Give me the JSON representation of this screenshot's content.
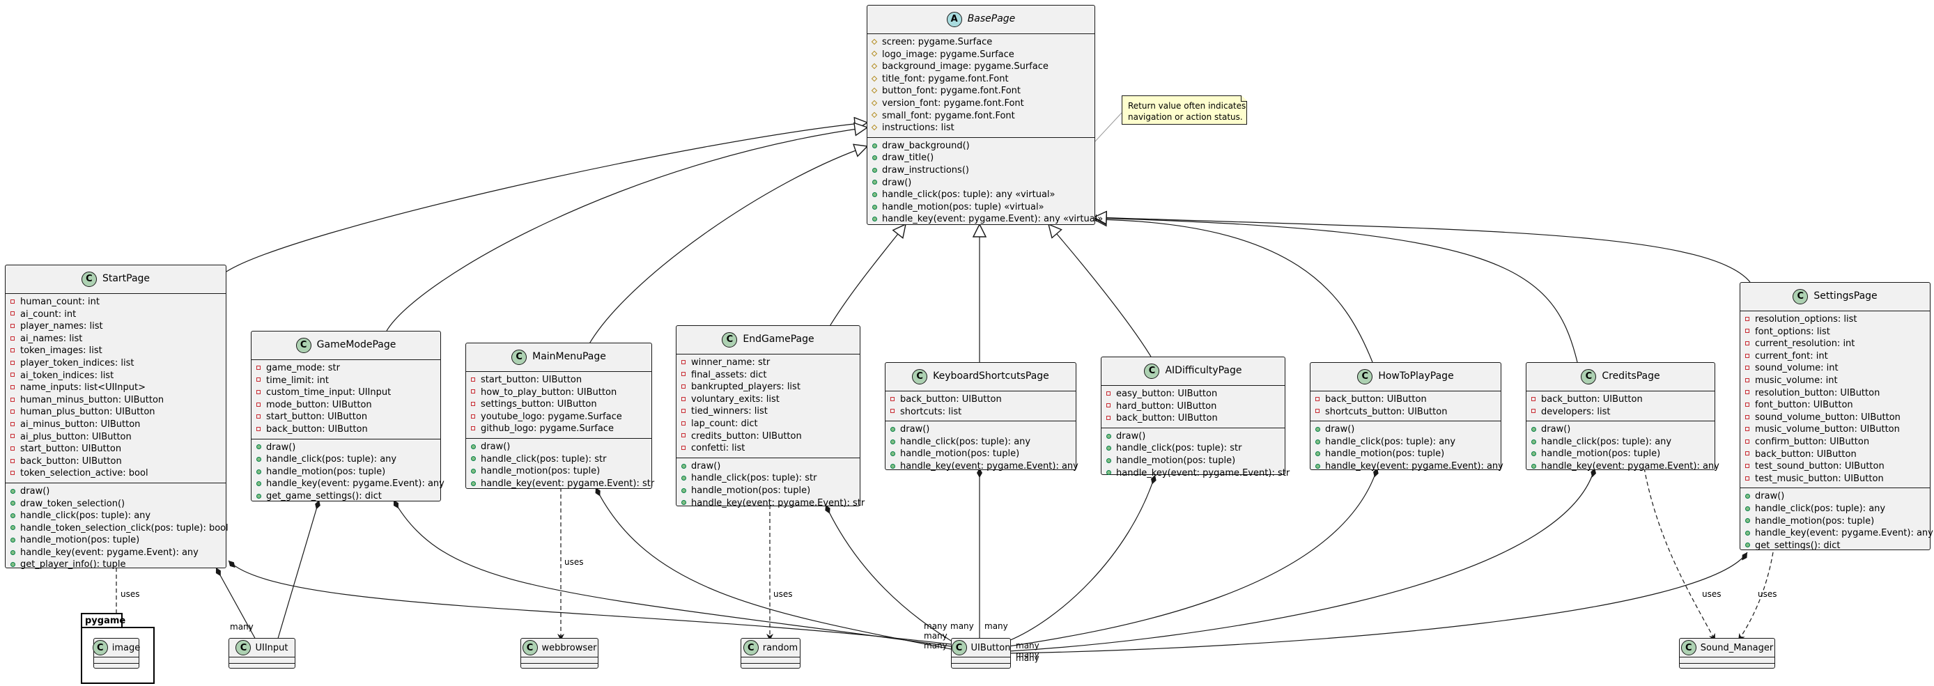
{
  "classes": {
    "base": {
      "name": "BasePage",
      "badge": "A",
      "attributes": [
        "screen: pygame.Surface",
        "logo_image: pygame.Surface",
        "background_image: pygame.Surface",
        "title_font: pygame.font.Font",
        "button_font: pygame.font.Font",
        "version_font: pygame.font.Font",
        "small_font: pygame.font.Font",
        "instructions: list"
      ],
      "methods": [
        "draw_background()",
        "draw_title()",
        "draw_instructions()",
        "draw()",
        "handle_click(pos: tuple): any «virtual»",
        "handle_motion(pos: tuple) «virtual»",
        "handle_key(event: pygame.Event): any «virtual»"
      ]
    },
    "start": {
      "name": "StartPage",
      "badge": "C",
      "attributes": [
        "human_count: int",
        "ai_count: int",
        "player_names: list",
        "ai_names: list",
        "token_images: list",
        "player_token_indices: list",
        "ai_token_indices: list",
        "name_inputs: list<UIInput>",
        "human_minus_button: UIButton",
        "human_plus_button: UIButton",
        "ai_minus_button: UIButton",
        "ai_plus_button: UIButton",
        "start_button: UIButton",
        "back_button: UIButton",
        "token_selection_active: bool"
      ],
      "methods": [
        "draw()",
        "draw_token_selection()",
        "handle_click(pos: tuple): any",
        "handle_token_selection_click(pos: tuple): bool",
        "handle_motion(pos: tuple)",
        "handle_key(event: pygame.Event): any",
        "get_player_info(): tuple"
      ]
    },
    "gamemode": {
      "name": "GameModePage",
      "badge": "C",
      "attributes": [
        "game_mode: str",
        "time_limit: int",
        "custom_time_input: UIInput",
        "mode_button: UIButton",
        "start_button: UIButton",
        "back_button: UIButton"
      ],
      "methods": [
        "draw()",
        "handle_click(pos: tuple): any",
        "handle_motion(pos: tuple)",
        "handle_key(event: pygame.Event): any",
        "get_game_settings(): dict"
      ]
    },
    "mainmenu": {
      "name": "MainMenuPage",
      "badge": "C",
      "attributes": [
        "start_button: UIButton",
        "how_to_play_button: UIButton",
        "settings_button: UIButton",
        "youtube_logo: pygame.Surface",
        "github_logo: pygame.Surface"
      ],
      "methods": [
        "draw()",
        "handle_click(pos: tuple): str",
        "handle_motion(pos: tuple)",
        "handle_key(event: pygame.Event): str"
      ]
    },
    "endgame": {
      "name": "EndGamePage",
      "badge": "C",
      "attributes": [
        "winner_name: str",
        "final_assets: dict",
        "bankrupted_players: list",
        "voluntary_exits: list",
        "tied_winners: list",
        "lap_count: dict",
        "credits_button: UIButton",
        "confetti: list"
      ],
      "methods": [
        "draw()",
        "handle_click(pos: tuple): str",
        "handle_motion(pos: tuple)",
        "handle_key(event: pygame.Event): str"
      ]
    },
    "keyboard": {
      "name": "KeyboardShortcutsPage",
      "badge": "C",
      "attributes": [
        "back_button: UIButton",
        "shortcuts: list"
      ],
      "methods": [
        "draw()",
        "handle_click(pos: tuple): any",
        "handle_motion(pos: tuple)",
        "handle_key(event: pygame.Event): any"
      ]
    },
    "aidiff": {
      "name": "AIDifficultyPage",
      "badge": "C",
      "attributes": [
        "easy_button: UIButton",
        "hard_button: UIButton",
        "back_button: UIButton"
      ],
      "methods": [
        "draw()",
        "handle_click(pos: tuple): str",
        "handle_motion(pos: tuple)",
        "handle_key(event: pygame.Event): str"
      ]
    },
    "howto": {
      "name": "HowToPlayPage",
      "badge": "C",
      "attributes": [
        "back_button: UIButton",
        "shortcuts_button: UIButton"
      ],
      "methods": [
        "draw()",
        "handle_click(pos: tuple): any",
        "handle_motion(pos: tuple)",
        "handle_key(event: pygame.Event): any"
      ]
    },
    "credits": {
      "name": "CreditsPage",
      "badge": "C",
      "attributes": [
        "back_button: UIButton",
        "developers: list"
      ],
      "methods": [
        "draw()",
        "handle_click(pos: tuple): any",
        "handle_motion(pos: tuple)",
        "handle_key(event: pygame.Event): any"
      ]
    },
    "settings": {
      "name": "SettingsPage",
      "badge": "C",
      "attributes": [
        "resolution_options: list",
        "font_options: list",
        "current_resolution: int",
        "current_font: int",
        "sound_volume: int",
        "music_volume: int",
        "resolution_button: UIButton",
        "font_button: UIButton",
        "sound_volume_button: UIButton",
        "music_volume_button: UIButton",
        "confirm_button: UIButton",
        "back_button: UIButton",
        "test_sound_button: UIButton",
        "test_music_button: UIButton"
      ],
      "methods": [
        "draw()",
        "handle_click(pos: tuple): any",
        "handle_motion(pos: tuple)",
        "handle_key(event: pygame.Event): any",
        "get_settings(): dict"
      ]
    }
  },
  "leaves": {
    "image": {
      "name": "image",
      "badge": "C"
    },
    "uiinput": {
      "name": "UIInput",
      "badge": "C"
    },
    "webbrowser": {
      "name": "webbrowser",
      "badge": "C"
    },
    "random": {
      "name": "random",
      "badge": "C"
    },
    "uibutton": {
      "name": "UIButton",
      "badge": "C"
    },
    "sound": {
      "name": "Sound_Manager",
      "badge": "C"
    }
  },
  "package": {
    "name": "pygame"
  },
  "note": {
    "lines": [
      "Return value often indicates",
      "navigation or action status."
    ]
  },
  "labels": {
    "uses": "uses",
    "many": "many"
  },
  "colors": {
    "class_fill": "#f1f1f1",
    "class_badge": "#add1b2",
    "abstract_badge": "#a9dcdf",
    "note_fill": "#fefece",
    "private": "#c82930",
    "public": "#84be84",
    "protected": "#b38d22"
  }
}
